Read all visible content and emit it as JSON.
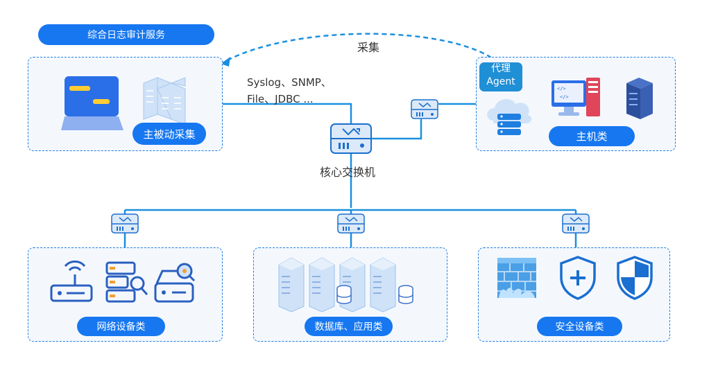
{
  "header": {
    "title": "综合日志审计服务"
  },
  "top_left": {
    "label": "主被动采集"
  },
  "top_right": {
    "label": "主机类",
    "agent_line1": "代理",
    "agent_line2": "Agent"
  },
  "arc": {
    "label": "采集"
  },
  "protocols": {
    "line1": "Syslog、SNMP、",
    "line2": "File、JDBC ..."
  },
  "core": {
    "label": "核心交换机"
  },
  "bottom": [
    {
      "label": "网络设备类"
    },
    {
      "label": "数据库、应用类"
    },
    {
      "label": "安全设备类"
    }
  ],
  "colors": {
    "accent": "#1677f0",
    "line": "#1a8fe0",
    "box_bg": "#f4f8fd",
    "agent": "#1f8fd6"
  }
}
